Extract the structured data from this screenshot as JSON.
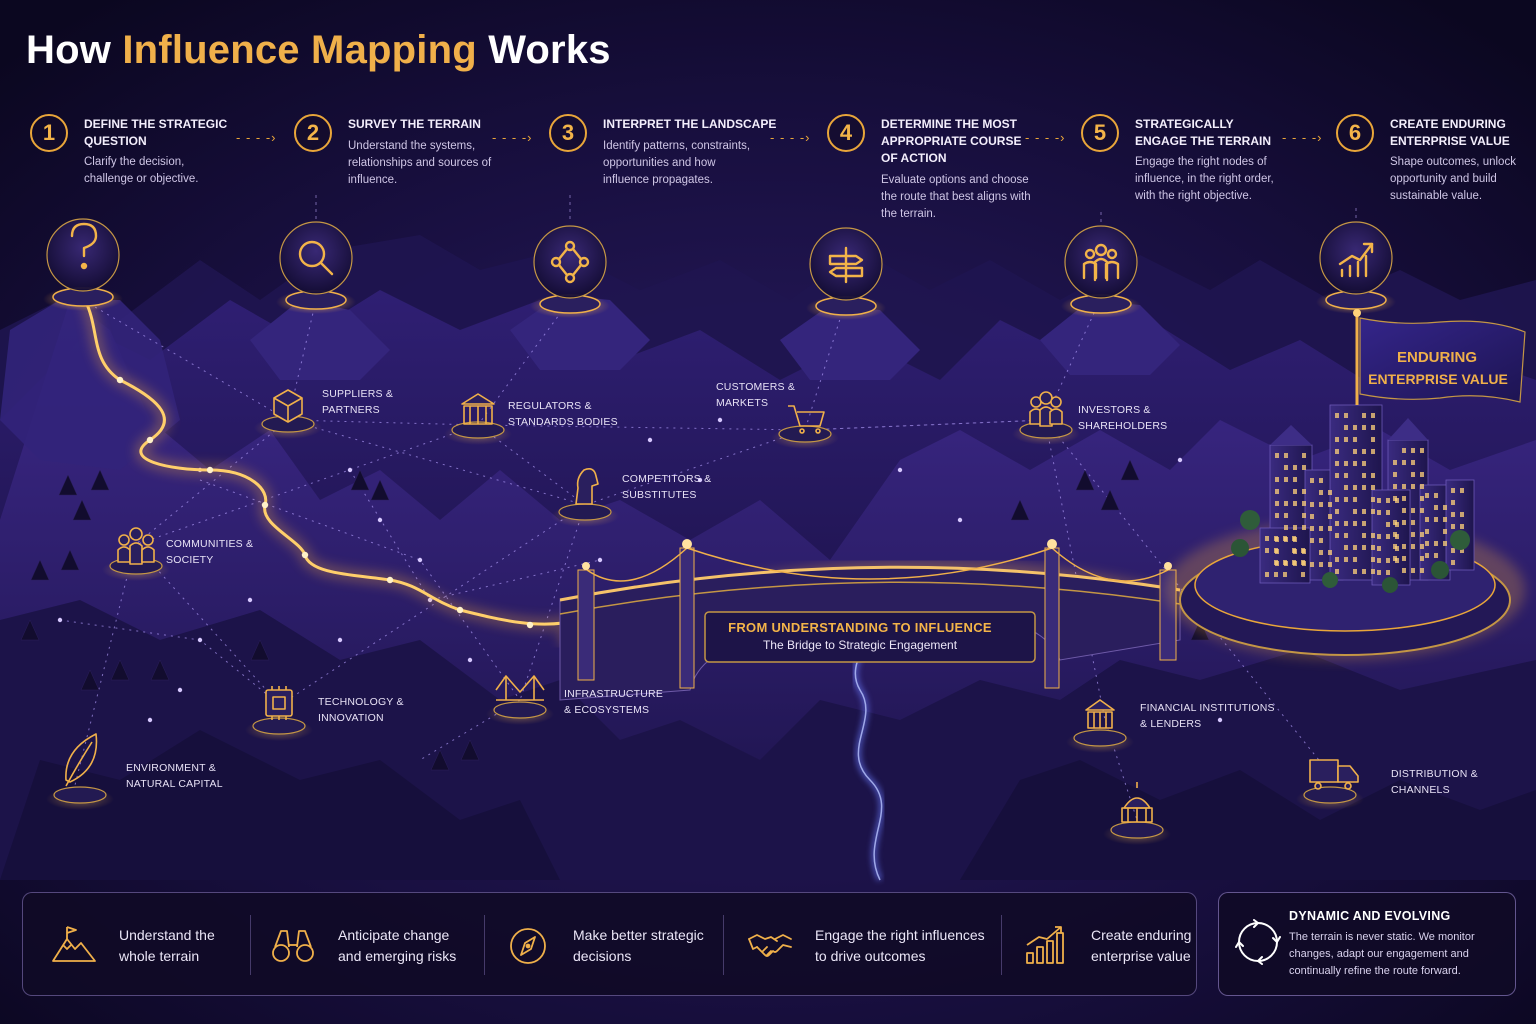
{
  "header": {
    "title_pre": "How ",
    "title_accent": "Influence Mapping",
    "title_post": " Works"
  },
  "colors": {
    "background": "#0c0822",
    "terrain": "#2a1a66",
    "gold": "#f0b04a",
    "network": "#a48cff",
    "river": "#6b7cff"
  },
  "steps": [
    {
      "num": "1",
      "title": "DEFINE THE STRATEGIC QUESTION",
      "desc": "Clarify the decision, challenge or objective.",
      "icon": "question-icon"
    },
    {
      "num": "2",
      "title": "SURVEY THE TERRAIN",
      "desc": "Understand the systems, relationships and sources of influence.",
      "icon": "magnifier-icon"
    },
    {
      "num": "3",
      "title": "INTERPRET THE LANDSCAPE",
      "desc": "Identify patterns, constraints, opportunities and how influence propagates.",
      "icon": "network-icon"
    },
    {
      "num": "4",
      "title": "DETERMINE THE MOST APPROPRIATE COURSE OF ACTION",
      "desc": "Evaluate options and choose the route that best aligns with the terrain.",
      "icon": "signpost-icon"
    },
    {
      "num": "5",
      "title": "STRATEGICALLY ENGAGE THE TERRAIN",
      "desc": "Engage the right nodes of influence, in the right order, with the right objective.",
      "icon": "people-icon"
    },
    {
      "num": "6",
      "title": "CREATE ENDURING ENTERPRISE VALUE",
      "desc": "Shape outcomes, unlock opportunity and build sustainable value.",
      "icon": "growth-chart-icon"
    }
  ],
  "nodes": [
    {
      "id": "suppliers",
      "label": "SUPPLIERS & PARTNERS",
      "icon": "cube-icon"
    },
    {
      "id": "regulators",
      "label": "REGULATORS & STANDARDS BODIES",
      "icon": "courthouse-icon"
    },
    {
      "id": "customers",
      "label": "CUSTOMERS & MARKETS",
      "icon": "cart-icon"
    },
    {
      "id": "investors",
      "label": "INVESTORS & SHAREHOLDERS",
      "icon": "group-icon"
    },
    {
      "id": "competitors",
      "label": "COMPETITORS & SUBSTITUTES",
      "icon": "chess-knight-icon"
    },
    {
      "id": "communities",
      "label": "COMMUNITIES & SOCIETY",
      "icon": "community-icon"
    },
    {
      "id": "technology",
      "label": "TECHNOLOGY & INNOVATION",
      "icon": "chip-icon"
    },
    {
      "id": "infrastructure",
      "label": "INFRASTRUCTURE & ECOSYSTEMS",
      "icon": "bridge-icon"
    },
    {
      "id": "environment",
      "label": "ENVIRONMENT & NATURAL CAPITAL",
      "icon": "leaf-icon"
    },
    {
      "id": "financial",
      "label": "FINANCIAL INSTITUTIONS & LENDERS",
      "icon": "bank-icon"
    },
    {
      "id": "distribution",
      "label": "DISTRIBUTION & CHANNELS",
      "icon": "truck-icon"
    },
    {
      "id": "government",
      "label": "",
      "icon": "capitol-icon"
    }
  ],
  "flag": {
    "line1": "ENDURING",
    "line2": "ENTERPRISE VALUE"
  },
  "bridge": {
    "title": "FROM UNDERSTANDING TO INFLUENCE",
    "subtitle": "The Bridge to Strategic Engagement"
  },
  "benefits": [
    {
      "text": "Understand the whole terrain",
      "icon": "mountain-flag-icon"
    },
    {
      "text": "Anticipate change and emerging risks",
      "icon": "binoculars-icon"
    },
    {
      "text": "Make better strategic decisions",
      "icon": "compass-icon"
    },
    {
      "text": "Engage the right influences to drive outcomes",
      "icon": "handshake-icon"
    },
    {
      "text": "Create enduring enterprise value",
      "icon": "bar-growth-icon"
    }
  ],
  "dynamic": {
    "title": "DYNAMIC AND EVOLVING",
    "desc": "The terrain is never static. We monitor changes, adapt our engagement and continually refine the route forward.",
    "icon": "cycle-arrows-icon"
  }
}
